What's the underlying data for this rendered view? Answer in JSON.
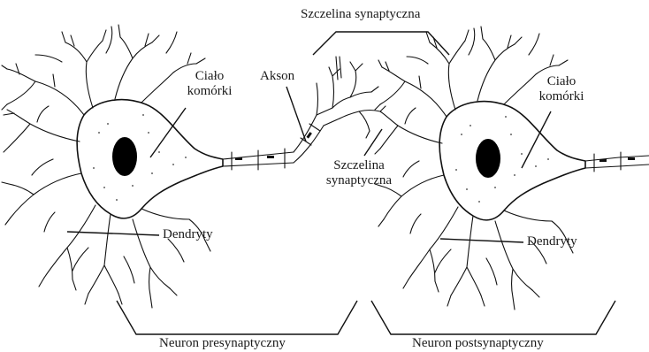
{
  "labels": {
    "top_cleft": "Szczelina synaptyczna",
    "left_cell_body": "Ciało\nkomórki",
    "axon": "Akson",
    "middle_cleft": "Szczelina\nsynaptyczna",
    "right_cell_body": "Ciało\nkomórki",
    "left_dendrites": "Dendryty",
    "right_dendrites": "Dendryty",
    "presynaptic_neuron": "Neuron presynaptyczny",
    "postsynaptic_neuron": "Neuron postsynaptyczny"
  },
  "colors": {
    "ink": "#111111",
    "nucleus": "#000000",
    "background": "#ffffff"
  }
}
